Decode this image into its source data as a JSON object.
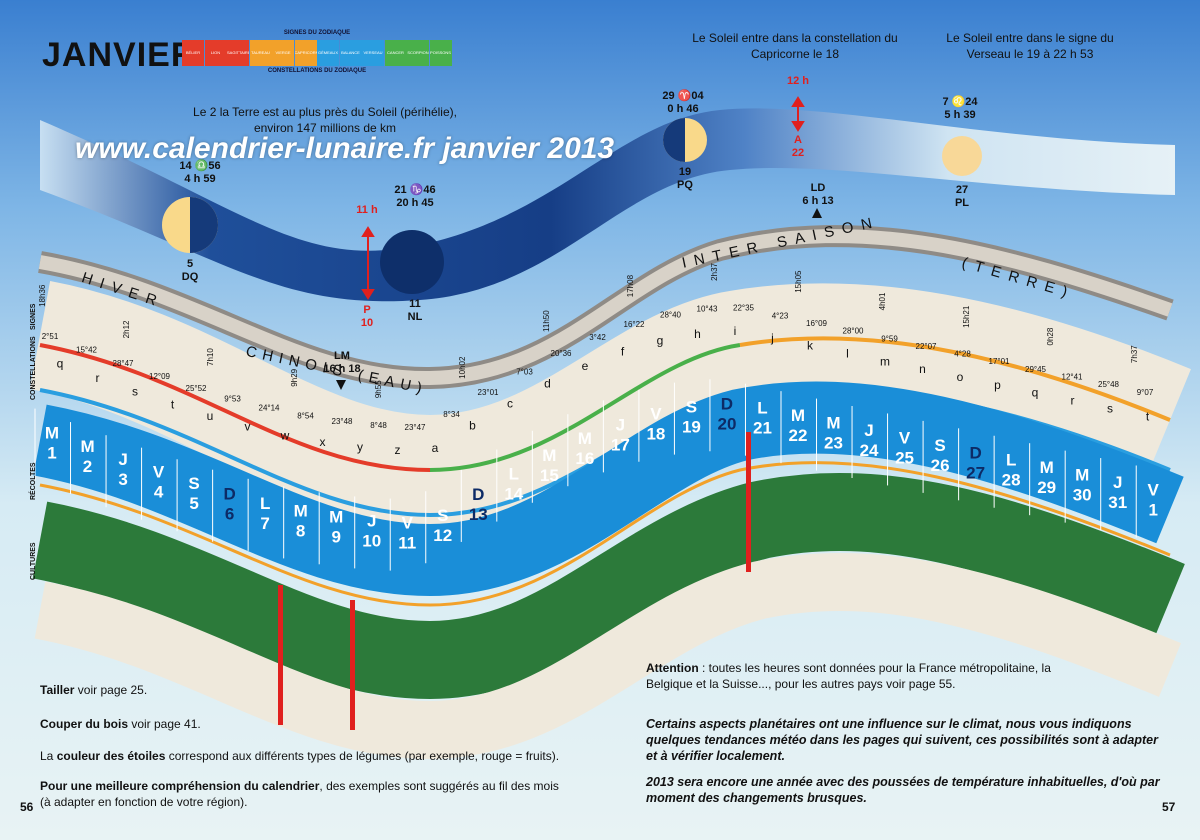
{
  "header": {
    "title": "JANVIER",
    "legend_top": "SIGNES DU ZODIAQUE",
    "legend_bottom": "CONSTELLATIONS DU ZODIAQUE",
    "legend_cells": [
      {
        "label": "BÉLIER",
        "color": "#e43c2a"
      },
      {
        "label": "LION",
        "color": "#e43c2a"
      },
      {
        "label": "SAGITTAIRE",
        "color": "#e43c2a"
      },
      {
        "label": "TAUREAU",
        "color": "#f2a12a"
      },
      {
        "label": "VIERGE",
        "color": "#f2a12a"
      },
      {
        "label": "CAPRICORNE",
        "color": "#f2a12a"
      },
      {
        "label": "GÉMEAUX",
        "color": "#2a9ee0"
      },
      {
        "label": "BALANCE",
        "color": "#2a9ee0"
      },
      {
        "label": "VERSEAU",
        "color": "#2a9ee0"
      },
      {
        "label": "CANCER",
        "color": "#49b04a"
      },
      {
        "label": "SCORPION",
        "color": "#49b04a"
      },
      {
        "label": "POISSONS",
        "color": "#49b04a"
      }
    ]
  },
  "annotations": {
    "capricorne": "Le Soleil entre dans la constellation du Capricorne le 18",
    "verseau": "Le Soleil entre dans le signe du Verseau le 19 à 22 h 53",
    "perihelie": "Le 2 la Terre est au plus près du Soleil (périhélie), environ 147 millions de km",
    "watermark": "www.calendrier-lunaire.fr janvier 2013"
  },
  "moon": {
    "node_ascending": "21 ♑46",
    "node_ascending_time": "20 h 45",
    "node_descending": "7 ♌24",
    "node_descending_time": "5 h 39",
    "node_aries": "29 ♈04",
    "node_aries_time": "0 h 46",
    "node_first": "14 ♎56",
    "node_first_time": "4 h 59",
    "dq_day": "5",
    "dq_label": "DQ",
    "nl_day": "11",
    "nl_label": "NL",
    "pq_day": "19",
    "pq_label": "PQ",
    "pl_day": "27",
    "pl_label": "PL",
    "perigee_time": "11 h",
    "perigee_label": "P",
    "perigee_day": "10",
    "apogee_time": "12 h",
    "apogee_label": "A",
    "apogee_day": "22",
    "lunistice_up": "LM",
    "lunistice_up_time": "16 h 18",
    "lunistice_down": "LD",
    "lunistice_down_time": "6 h 13"
  },
  "bands": {
    "hiver": "HIVER",
    "chinois": "CHINOIS (EAU)",
    "inter": "INTER SAISON",
    "terre": "(TERRE)"
  },
  "side_labels": {
    "signes": "SIGNES",
    "constellations": "CONSTELLATIONS",
    "recoltes": "RÉCOLTES",
    "cultures": "CULTURES"
  },
  "days": [
    {
      "l": "M",
      "n": "1"
    },
    {
      "l": "M",
      "n": "2"
    },
    {
      "l": "J",
      "n": "3"
    },
    {
      "l": "V",
      "n": "4"
    },
    {
      "l": "S",
      "n": "5"
    },
    {
      "l": "D",
      "n": "6"
    },
    {
      "l": "L",
      "n": "7"
    },
    {
      "l": "M",
      "n": "8"
    },
    {
      "l": "M",
      "n": "9"
    },
    {
      "l": "J",
      "n": "10"
    },
    {
      "l": "V",
      "n": "11"
    },
    {
      "l": "S",
      "n": "12"
    },
    {
      "l": "D",
      "n": "13"
    },
    {
      "l": "L",
      "n": "14"
    },
    {
      "l": "M",
      "n": "15"
    },
    {
      "l": "M",
      "n": "16"
    },
    {
      "l": "J",
      "n": "17"
    },
    {
      "l": "V",
      "n": "18"
    },
    {
      "l": "S",
      "n": "19"
    },
    {
      "l": "D",
      "n": "20"
    },
    {
      "l": "L",
      "n": "21"
    },
    {
      "l": "M",
      "n": "22"
    },
    {
      "l": "M",
      "n": "23"
    },
    {
      "l": "J",
      "n": "24"
    },
    {
      "l": "V",
      "n": "25"
    },
    {
      "l": "S",
      "n": "26"
    },
    {
      "l": "D",
      "n": "27"
    },
    {
      "l": "L",
      "n": "28"
    },
    {
      "l": "M",
      "n": "29"
    },
    {
      "l": "M",
      "n": "30"
    },
    {
      "l": "J",
      "n": "31"
    },
    {
      "l": "V",
      "n": "1"
    }
  ],
  "sign_letters": [
    "q",
    "r",
    "s",
    "t",
    "u",
    "v",
    "w",
    "x",
    "y",
    "z",
    "a",
    "b",
    "c",
    "d",
    "e",
    "f",
    "g",
    "h",
    "i",
    "j",
    "k",
    "l",
    "m",
    "n",
    "o",
    "p",
    "q",
    "r",
    "s",
    "t"
  ],
  "sign_times": [
    "18h36",
    "2h12",
    "7h10",
    "9h29",
    "9h55",
    "10h02",
    "11h50",
    "17h08",
    "2h37",
    "15h05",
    "4h01",
    "15h21",
    "0h28",
    "7h37"
  ],
  "constellation_times": [
    "2°51",
    "15°42",
    "28°47",
    "12°09",
    "25°52",
    "9°53",
    "24°14",
    "8°54",
    "23°48",
    "8°48",
    "23°47",
    "8°34",
    "23°01",
    "7°03",
    "20°36",
    "3°42",
    "16°22",
    "28°40",
    "10°43",
    "22°35",
    "4°23",
    "16°09",
    "28°00",
    "9°59",
    "22°07",
    "4°28",
    "17°01",
    "29°45",
    "12°41",
    "25°48",
    "9°07"
  ],
  "footer": {
    "left1_bold": "Tailler",
    "left1": " voir page 25.",
    "left2_bold": "Couper du bois",
    "left2": " voir page 41.",
    "left3_pre": "La ",
    "left3_bold": "couleur des étoiles",
    "left3": " correspond aux différents types de légumes (par exemple, rouge = fruits).",
    "left4_bold": "Pour une meilleure compréhension du calendrier",
    "left4": ", des exemples sont suggérés au fil des mois (à adapter en fonction de votre région).",
    "right1_bold": "Attention",
    "right1": " : toutes les heures sont données pour la France métropolitaine, la Belgique et la Suisse..., pour les autres pays voir page 55.",
    "right2": "Certains aspects planétaires ont une influence sur le climat, nous vous indiquons quelques tendances météo dans les pages qui suivent, ces possibilités sont à adapter et à vérifier localement.",
    "right3": "2013 sera encore une année avec des poussées de température inhabituelles, d'où par moment des changements brusques.",
    "page_left": "56",
    "page_right": "57"
  }
}
